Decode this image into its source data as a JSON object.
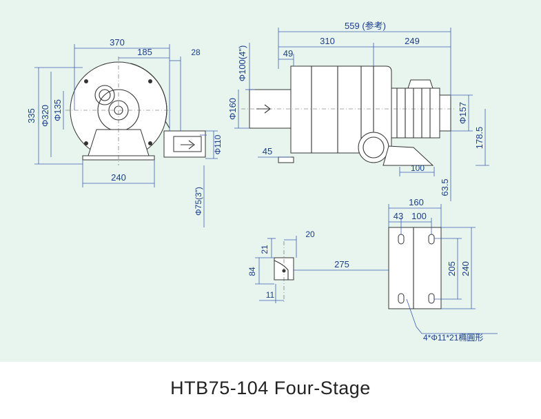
{
  "caption": "HTB75-104 Four-Stage",
  "colors": {
    "panel": "#e8f4ee",
    "dimension": "#1a3d8f",
    "outline": "#333333"
  },
  "front_view": {
    "dims": {
      "w370": "370",
      "w185": "185",
      "w28": "28",
      "h335": "335",
      "d320": "Φ320",
      "d135": "Φ135",
      "w240": "240",
      "d110": "Φ110",
      "d75": "Φ75(3\")"
    }
  },
  "side_view": {
    "dims": {
      "w559": "559 (参考)",
      "w310": "310",
      "w249": "249",
      "w49": "49",
      "d100": "Φ100(4\")",
      "d160": "Φ160",
      "w45": "45",
      "d157": "Φ157",
      "h178": "178.5",
      "w100": "100",
      "h63": "63.5"
    }
  },
  "foot_detail": {
    "dims": {
      "w20": "20",
      "h21": "21",
      "h84": "84",
      "w275": "275",
      "w11": "11"
    }
  },
  "base_plan": {
    "dims": {
      "w160": "160",
      "w43": "43",
      "w100": "100",
      "h205": "205",
      "h240": "240"
    },
    "note": "4*Φ11*21橢圓形"
  }
}
